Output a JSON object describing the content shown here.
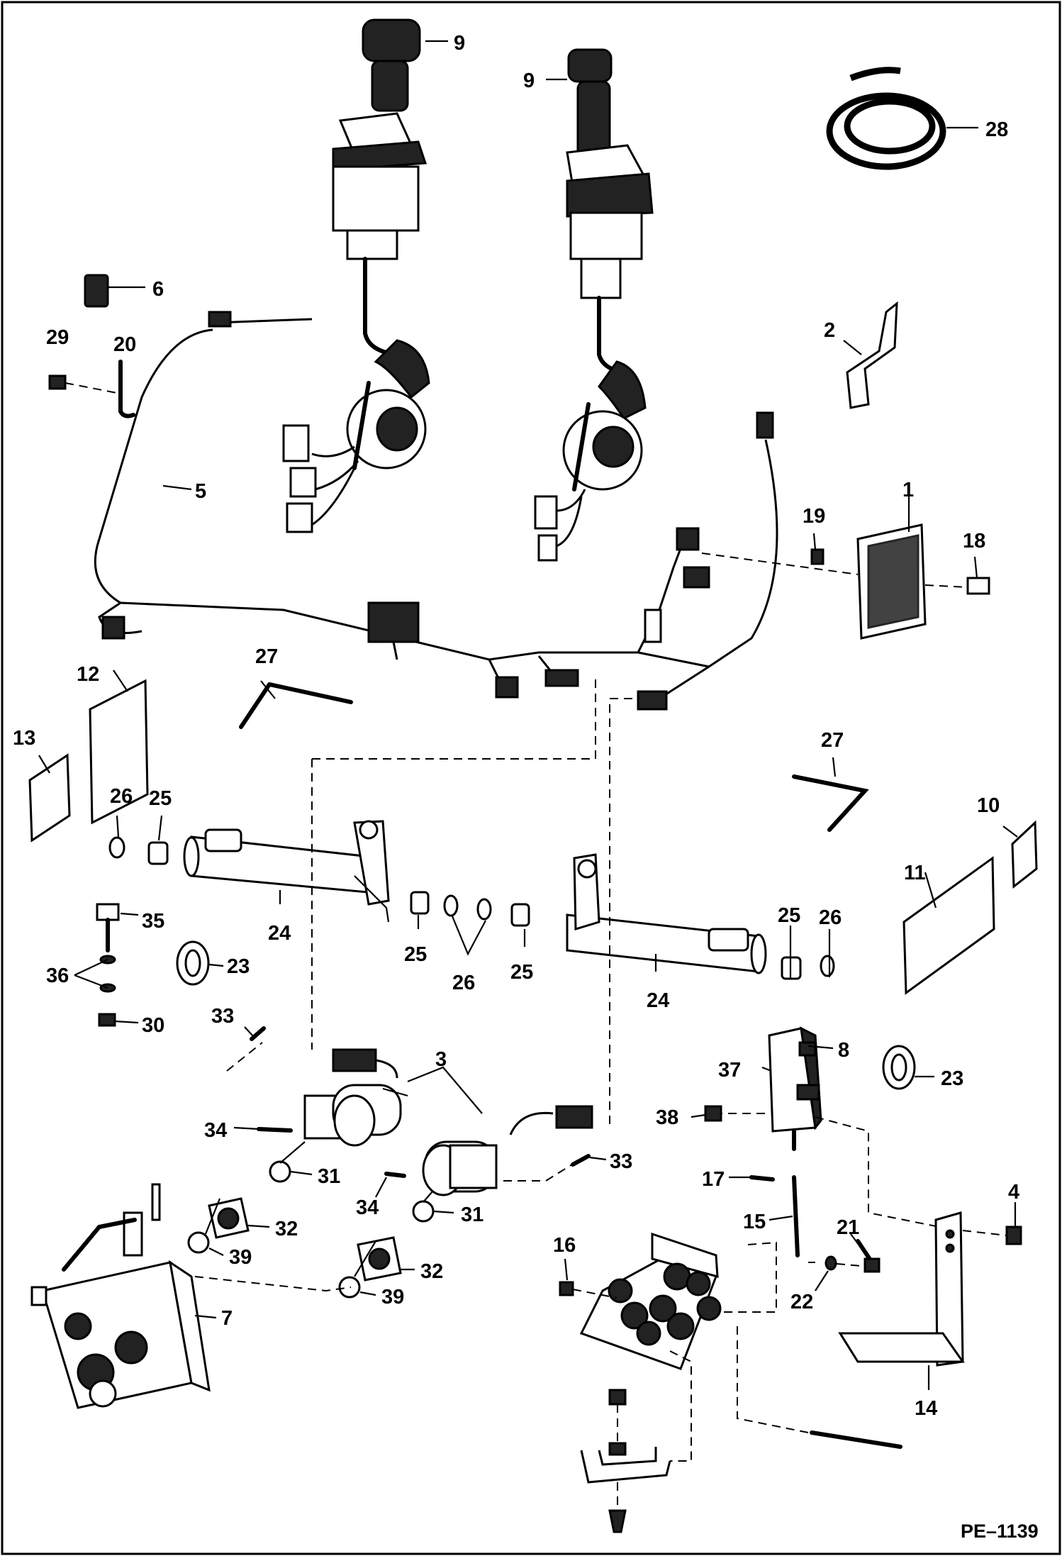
{
  "drawing_ref": "PE–1139",
  "callouts": [
    {
      "id": "c9a",
      "text": "9"
    },
    {
      "id": "c9b",
      "text": "9"
    },
    {
      "id": "c28",
      "text": "28"
    },
    {
      "id": "c6",
      "text": "6"
    },
    {
      "id": "c29",
      "text": "29"
    },
    {
      "id": "c20",
      "text": "20"
    },
    {
      "id": "c2",
      "text": "2"
    },
    {
      "id": "c5",
      "text": "5"
    },
    {
      "id": "c1",
      "text": "1"
    },
    {
      "id": "c19",
      "text": "19"
    },
    {
      "id": "c18",
      "text": "18"
    },
    {
      "id": "c27a",
      "text": "27"
    },
    {
      "id": "c12",
      "text": "12"
    },
    {
      "id": "c13",
      "text": "13"
    },
    {
      "id": "c27b",
      "text": "27"
    },
    {
      "id": "c10",
      "text": "10"
    },
    {
      "id": "c26a",
      "text": "26"
    },
    {
      "id": "c25a",
      "text": "25"
    },
    {
      "id": "c11",
      "text": "11"
    },
    {
      "id": "c24a",
      "text": "24"
    },
    {
      "id": "c25b",
      "text": "25"
    },
    {
      "id": "c26b",
      "text": "26"
    },
    {
      "id": "c25c",
      "text": "25"
    },
    {
      "id": "c24b",
      "text": "24"
    },
    {
      "id": "c25d",
      "text": "25"
    },
    {
      "id": "c26c",
      "text": "26"
    },
    {
      "id": "c35",
      "text": "35"
    },
    {
      "id": "c36",
      "text": "36"
    },
    {
      "id": "c23a",
      "text": "23"
    },
    {
      "id": "c30",
      "text": "30"
    },
    {
      "id": "c33a",
      "text": "33"
    },
    {
      "id": "c3",
      "text": "3"
    },
    {
      "id": "c8",
      "text": "8"
    },
    {
      "id": "c37",
      "text": "37"
    },
    {
      "id": "c23b",
      "text": "23"
    },
    {
      "id": "c34a",
      "text": "34"
    },
    {
      "id": "c38",
      "text": "38"
    },
    {
      "id": "c31a",
      "text": "31"
    },
    {
      "id": "c33b",
      "text": "33"
    },
    {
      "id": "c34b",
      "text": "34"
    },
    {
      "id": "c31b",
      "text": "31"
    },
    {
      "id": "c17",
      "text": "17"
    },
    {
      "id": "c4",
      "text": "4"
    },
    {
      "id": "c32a",
      "text": "32"
    },
    {
      "id": "c39a",
      "text": "39"
    },
    {
      "id": "c15",
      "text": "15"
    },
    {
      "id": "c21",
      "text": "21"
    },
    {
      "id": "c16",
      "text": "16"
    },
    {
      "id": "c32b",
      "text": "32"
    },
    {
      "id": "c22",
      "text": "22"
    },
    {
      "id": "c39b",
      "text": "39"
    },
    {
      "id": "c7",
      "text": "7"
    },
    {
      "id": "c14",
      "text": "14"
    }
  ]
}
